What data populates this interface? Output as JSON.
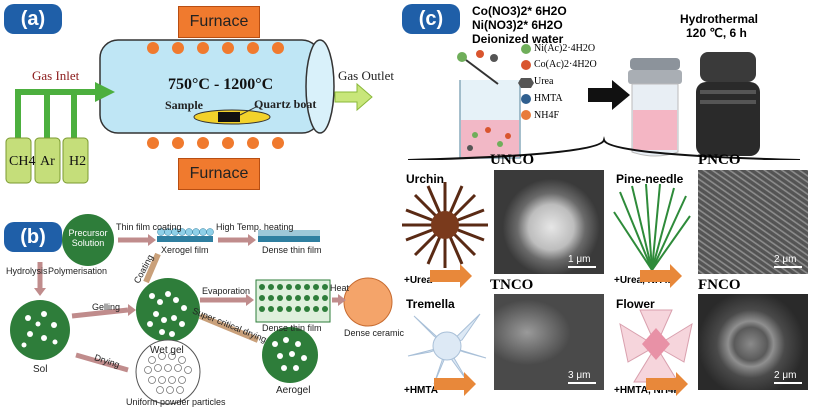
{
  "panel_a": {
    "label": "(a)",
    "furnace_top": "Furnace",
    "furnace_bottom": "Furnace",
    "gas_inlet": "Gas Inlet",
    "gas_outlet": "Gas Outlet",
    "temperature": "750°C - 1200°C",
    "sample": "Sample",
    "quartz_boat": "Quartz boat",
    "cylinders": [
      "CH4",
      "Ar",
      "H2"
    ],
    "colors": {
      "furnace": "#f07a2e",
      "tube": "#bfe6f5",
      "gas": "#c5de7a",
      "arrow": "#6fc24a",
      "dot": "#f07a2e",
      "boat": "#f3d22b"
    }
  },
  "panel_b": {
    "label": "(b)",
    "precursor": "Precursor Solution",
    "thin_film_coating": "Thin film coating",
    "xerogel_film": "Xerogel film",
    "high_temp_heating": "High Temp. heating",
    "dense_thin_film_top": "Dense thin film",
    "hydrolysis": "Hydrolysis",
    "polymerisation": "Polymerisation",
    "coating": "Coating",
    "evaporation": "Evaporation",
    "heat": "Heat",
    "sol": "Sol",
    "gelling": "Gelling",
    "wet_gel": "Wet gel",
    "super_critical_drying": "Super critical drying",
    "dense_thin_film_mid": "Dense thin film",
    "dense_ceramic": "Dense ceramic",
    "drying": "Drying",
    "aerogel": "Aerogel",
    "uniform_powder": "Uniform powder particles"
  },
  "panel_c": {
    "label": "(c)",
    "reagents": [
      "Co(NO3)2* 6H2O",
      "Ni(NO3)2* 6H2O",
      "Deionized water"
    ],
    "hydrothermal": "Hydrothermal",
    "condition": "120 ℃, 6 h",
    "legend": [
      "Ni(Ac)2·4H2O",
      "Co(Ac)2·4H2O",
      "Urea",
      "HMTA",
      "NH4F"
    ],
    "legend_colors": [
      "#6fae5a",
      "#d9552e",
      "#555555",
      "#2f5f8f",
      "#e87b3a"
    ],
    "morphologies": [
      {
        "code": "UNCO",
        "name": "Urchin",
        "additive": "+Urea",
        "scale": "1 μm"
      },
      {
        "code": "PNCO",
        "name": "Pine-needle",
        "additive": "+Urea, NH4F",
        "scale": "2 μm"
      },
      {
        "code": "TNCO",
        "name": "Tremella",
        "additive": "+HMTA",
        "scale": "3 μm"
      },
      {
        "code": "FNCO",
        "name": "Flower",
        "additive": "+HMTA, NH4F",
        "scale": "2 μm"
      }
    ]
  }
}
